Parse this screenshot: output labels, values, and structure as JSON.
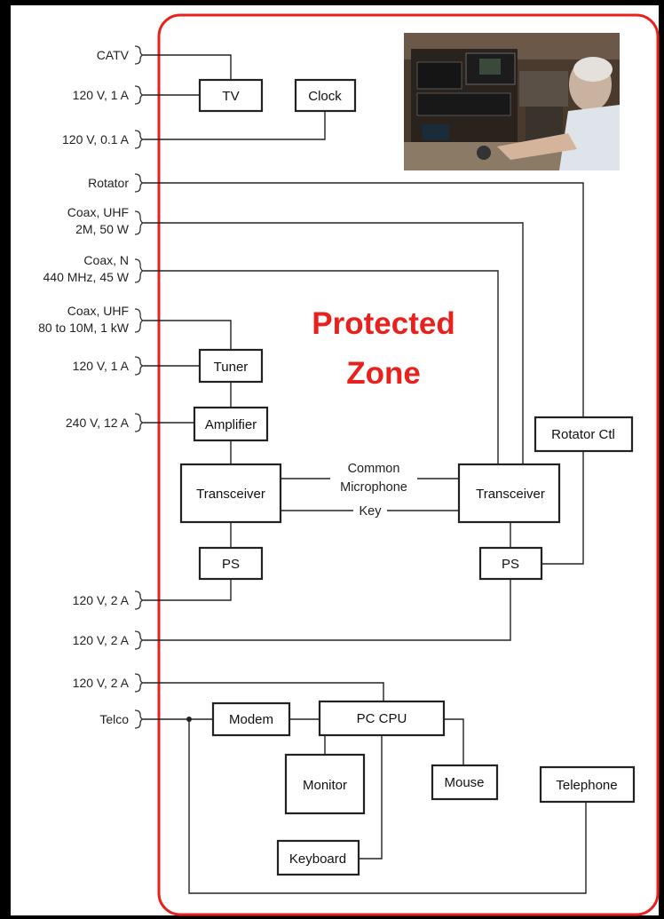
{
  "diagram": {
    "zone_title": [
      "Protected",
      "Zone"
    ],
    "external_connections": [
      {
        "id": "catv",
        "lines": [
          "CATV"
        ]
      },
      {
        "id": "power-tv",
        "lines": [
          "120 V, 1 A"
        ]
      },
      {
        "id": "power-clock",
        "lines": [
          "120 V, 0.1 A"
        ]
      },
      {
        "id": "rotator",
        "lines": [
          "Rotator"
        ]
      },
      {
        "id": "coax-uhf-2m",
        "lines": [
          "Coax, UHF",
          "2M, 50 W"
        ]
      },
      {
        "id": "coax-n-440",
        "lines": [
          "Coax, N",
          "440 MHz, 45 W"
        ]
      },
      {
        "id": "coax-uhf-hf",
        "lines": [
          "Coax, UHF",
          "80 to 10M, 1 kW"
        ]
      },
      {
        "id": "power-tuner",
        "lines": [
          "120 V, 1 A"
        ]
      },
      {
        "id": "power-amplifier",
        "lines": [
          "240 V, 12 A"
        ]
      },
      {
        "id": "power-ps-left",
        "lines": [
          "120 V, 2 A"
        ]
      },
      {
        "id": "power-ps-right",
        "lines": [
          "120 V, 2 A"
        ]
      },
      {
        "id": "power-pc",
        "lines": [
          "120 V, 2 A"
        ]
      },
      {
        "id": "telco",
        "lines": [
          "Telco"
        ]
      }
    ],
    "devices": [
      {
        "id": "tv",
        "label": "TV"
      },
      {
        "id": "clock",
        "label": "Clock"
      },
      {
        "id": "tuner",
        "label": "Tuner"
      },
      {
        "id": "amplifier",
        "label": "Amplifier"
      },
      {
        "id": "transceiver-left",
        "label": "Transceiver"
      },
      {
        "id": "transceiver-right",
        "label": "Transceiver"
      },
      {
        "id": "ps-left",
        "label": "PS"
      },
      {
        "id": "ps-right",
        "label": "PS"
      },
      {
        "id": "rotator-ctl",
        "label": "Rotator Ctl"
      },
      {
        "id": "modem",
        "label": "Modem"
      },
      {
        "id": "pc-cpu",
        "label": "PC CPU"
      },
      {
        "id": "monitor",
        "label": "Monitor"
      },
      {
        "id": "mouse",
        "label": "Mouse"
      },
      {
        "id": "telephone",
        "label": "Telephone"
      },
      {
        "id": "keyboard",
        "label": "Keyboard"
      }
    ],
    "link_labels": {
      "common_microphone": [
        "Common",
        "Microphone"
      ],
      "key": "Key"
    },
    "colors": {
      "background": "#000000",
      "panel": "#ffffff",
      "zone_border": "#e8211c",
      "zone_text": "#e8211c",
      "lines": "#222222"
    },
    "photo": {
      "icon": "operator-at-radio-station-photo"
    }
  }
}
